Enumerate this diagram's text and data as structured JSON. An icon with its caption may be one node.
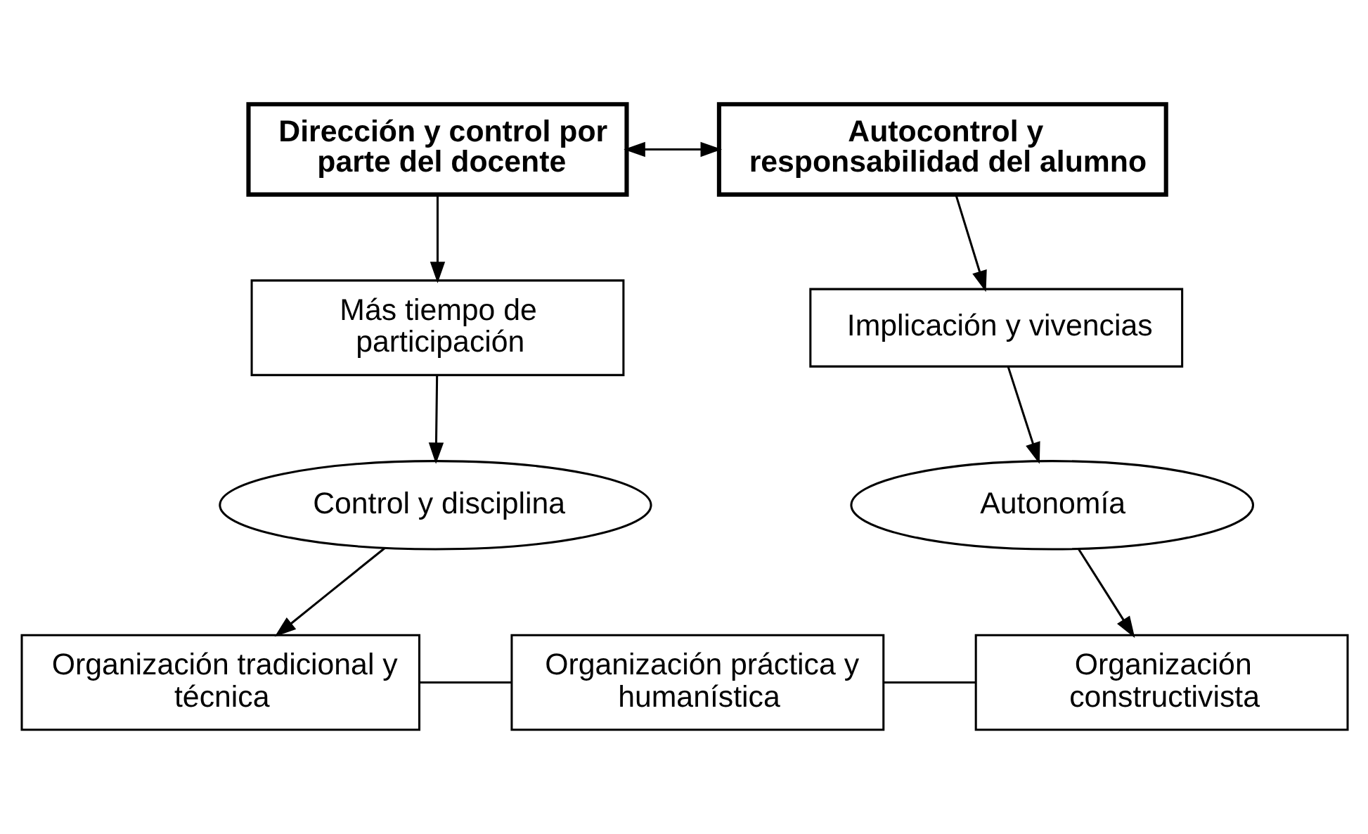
{
  "diagram": {
    "nodes": [
      {
        "text": [
          "Dirección y control por parte del docente"
        ]
      },
      {
        "text": [
          "Autocontrol y responsabilidad del alumno"
        ]
      },
      {
        "text": [
          "Más tiempo de participación"
        ]
      },
      {
        "text": [
          "Implicación y vivencias"
        ]
      },
      {
        "text": [
          "Control y disciplina"
        ]
      },
      {
        "text": [
          "Autonomía"
        ]
      },
      {
        "text": [
          "Organización tradicional y técnica"
        ]
      },
      {
        "text": [
          "Organización práctica y humanística"
        ]
      },
      {
        "text": [
          "Organización constructivista"
        ]
      }
    ],
    "edges": [
      {
        "from": 0,
        "to": 1,
        "arrow": "both"
      },
      {
        "from": 0,
        "to": 2,
        "arrow": "to"
      },
      {
        "from": 1,
        "to": 3,
        "arrow": "to"
      },
      {
        "from": 2,
        "to": 4,
        "arrow": "to"
      },
      {
        "from": 3,
        "to": 5,
        "arrow": "to"
      },
      {
        "from": 4,
        "to": 6,
        "arrow": "to"
      },
      {
        "from": 5,
        "to": 8,
        "arrow": "to"
      },
      {
        "from": 6,
        "to": 7,
        "arrow": "none"
      },
      {
        "from": 7,
        "to": 8,
        "arrow": "none"
      }
    ]
  }
}
